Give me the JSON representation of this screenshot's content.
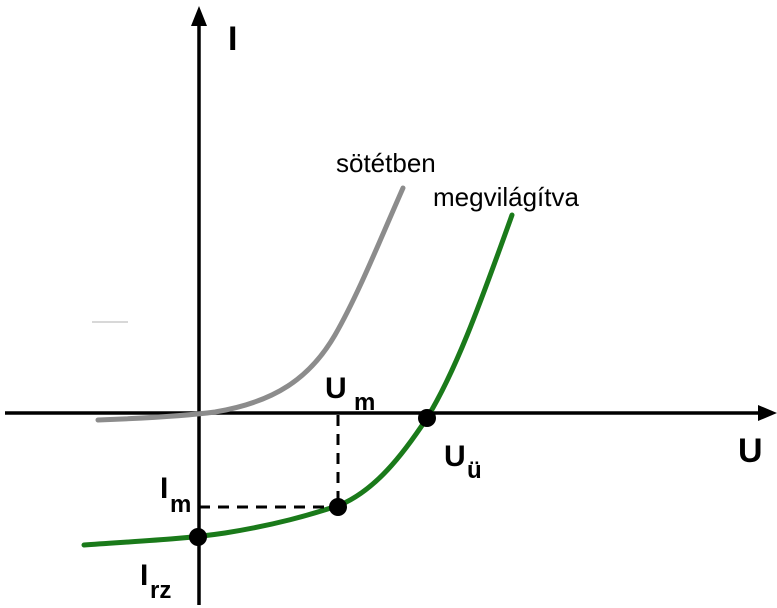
{
  "axes": {
    "y_label": "I",
    "x_label": "U"
  },
  "curves": {
    "dark": {
      "label": "sötétben",
      "color": "#8c8c8c"
    },
    "lit": {
      "label": "megvilágítva",
      "color": "#1a7a1a"
    }
  },
  "points": {
    "um": {
      "main": "U",
      "sub": "m"
    },
    "uu": {
      "main": "U",
      "sub": "ü"
    },
    "im": {
      "main": "I",
      "sub": "m"
    },
    "irz": {
      "main": "I",
      "sub": "rz"
    }
  },
  "colors": {
    "axis": "#000000",
    "marker": "#000000",
    "guide": "#000000"
  }
}
